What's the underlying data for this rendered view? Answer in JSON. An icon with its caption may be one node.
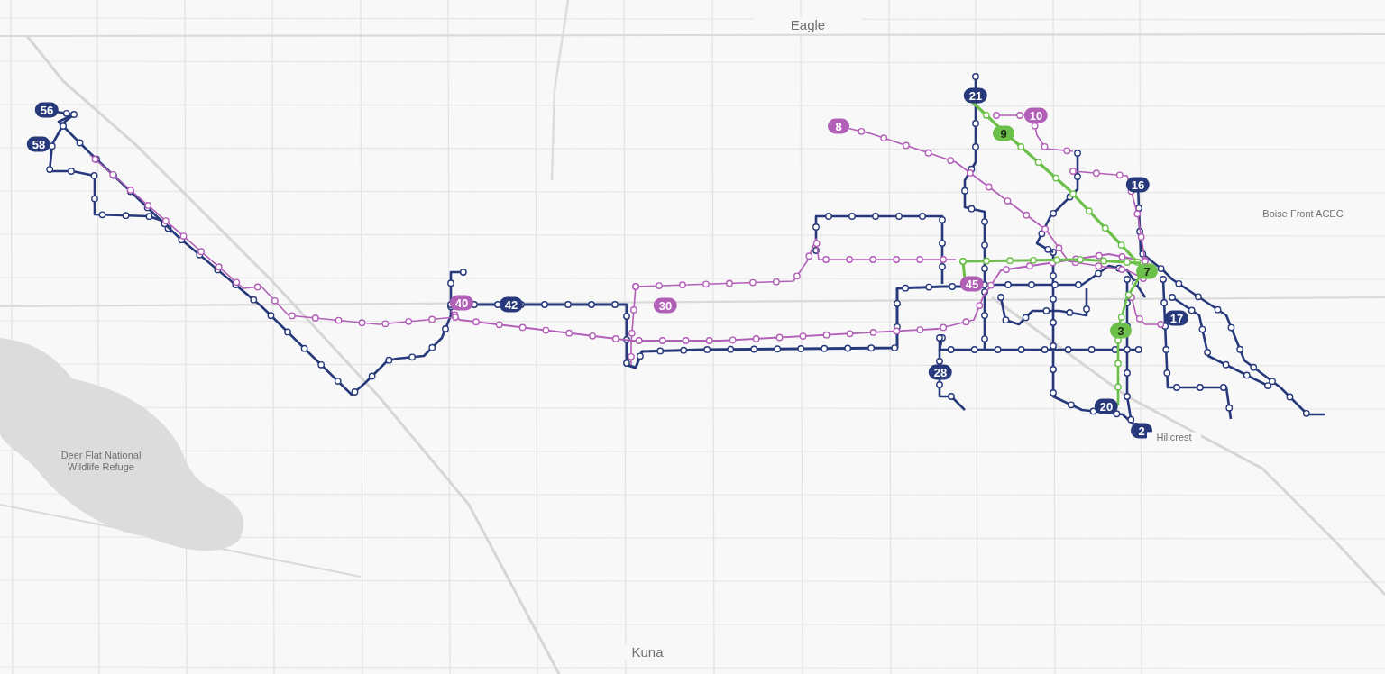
{
  "diagram": {
    "labels": [
      "Eagle",
      "56",
      "58",
      "21",
      "8",
      "10",
      "9",
      "16",
      "Boise Front ACEC",
      "7",
      "40",
      "42",
      "30",
      "45",
      "17",
      "3",
      "28",
      "20",
      "Deer Flat National Wildlife Refuge",
      "2",
      "Hillcrest",
      "Kuna"
    ]
  }
}
